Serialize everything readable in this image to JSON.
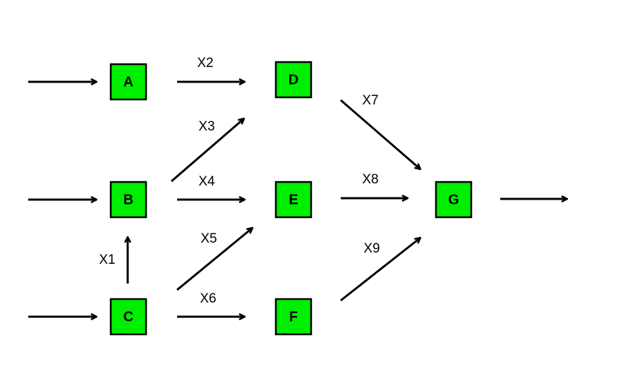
{
  "colors": {
    "node_fill": "#00ee00",
    "stroke": "#000000",
    "background": "#ffffff"
  },
  "nodes": [
    {
      "id": "A",
      "label": "A"
    },
    {
      "id": "B",
      "label": "B"
    },
    {
      "id": "C",
      "label": "C"
    },
    {
      "id": "D",
      "label": "D"
    },
    {
      "id": "E",
      "label": "E"
    },
    {
      "id": "F",
      "label": "F"
    },
    {
      "id": "G",
      "label": "G"
    }
  ],
  "edges": [
    {
      "id": "in-A",
      "from": "",
      "to": "A",
      "label": ""
    },
    {
      "id": "in-B",
      "from": "",
      "to": "B",
      "label": ""
    },
    {
      "id": "in-C",
      "from": "",
      "to": "C",
      "label": ""
    },
    {
      "id": "x1",
      "from": "C",
      "to": "B",
      "label": "X1"
    },
    {
      "id": "x2",
      "from": "A",
      "to": "D",
      "label": "X2"
    },
    {
      "id": "x3",
      "from": "B",
      "to": "D",
      "label": "X3"
    },
    {
      "id": "x4",
      "from": "B",
      "to": "E",
      "label": "X4"
    },
    {
      "id": "x5",
      "from": "C",
      "to": "E",
      "label": "X5"
    },
    {
      "id": "x6",
      "from": "C",
      "to": "F",
      "label": "X6"
    },
    {
      "id": "x7",
      "from": "D",
      "to": "G",
      "label": "X7"
    },
    {
      "id": "x8",
      "from": "E",
      "to": "G",
      "label": "X8"
    },
    {
      "id": "x9",
      "from": "F",
      "to": "G",
      "label": "X9"
    },
    {
      "id": "out-G",
      "from": "G",
      "to": "",
      "label": ""
    }
  ]
}
